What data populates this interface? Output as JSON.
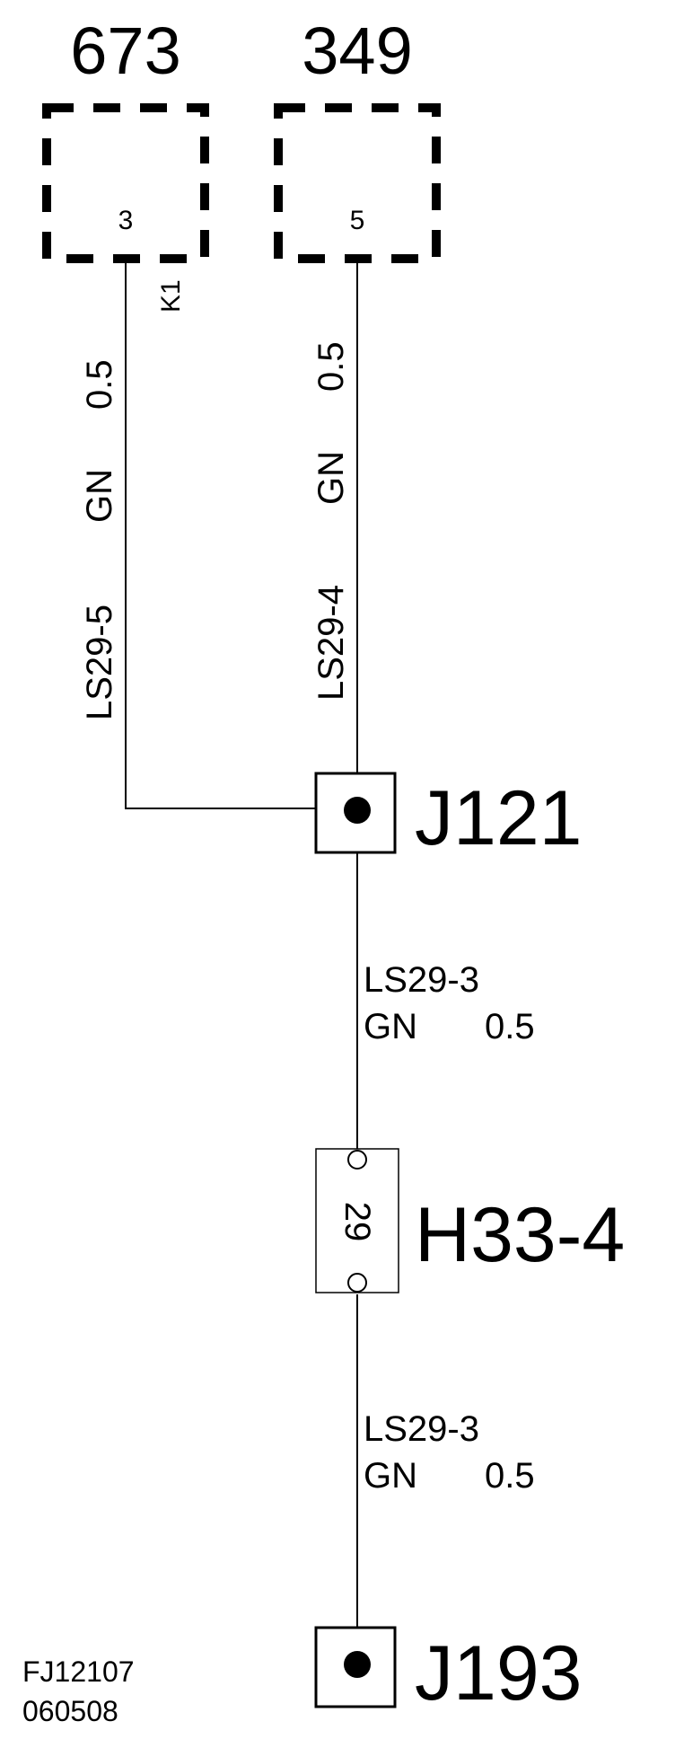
{
  "components": {
    "comp_673": {
      "label": "673",
      "pin": "3",
      "pin_tag": "K1"
    },
    "comp_349": {
      "label": "349",
      "pin": "5"
    }
  },
  "wires": {
    "ls29_5": {
      "id": "LS29-5",
      "color": "GN",
      "size": "0.5"
    },
    "ls29_4": {
      "id": "LS29-4",
      "color": "GN",
      "size": "0.5"
    },
    "ls29_3_upper": {
      "id": "LS29-3",
      "color": "GN",
      "size": "0.5"
    },
    "ls29_3_lower": {
      "id": "LS29-3",
      "color": "GN",
      "size": "0.5"
    }
  },
  "junctions": {
    "j121": {
      "label": "J121"
    },
    "j193": {
      "label": "J193"
    }
  },
  "connector": {
    "label": "H33-4",
    "pin": "29"
  },
  "footer": {
    "line1": "FJ12107",
    "line2": "060508"
  }
}
